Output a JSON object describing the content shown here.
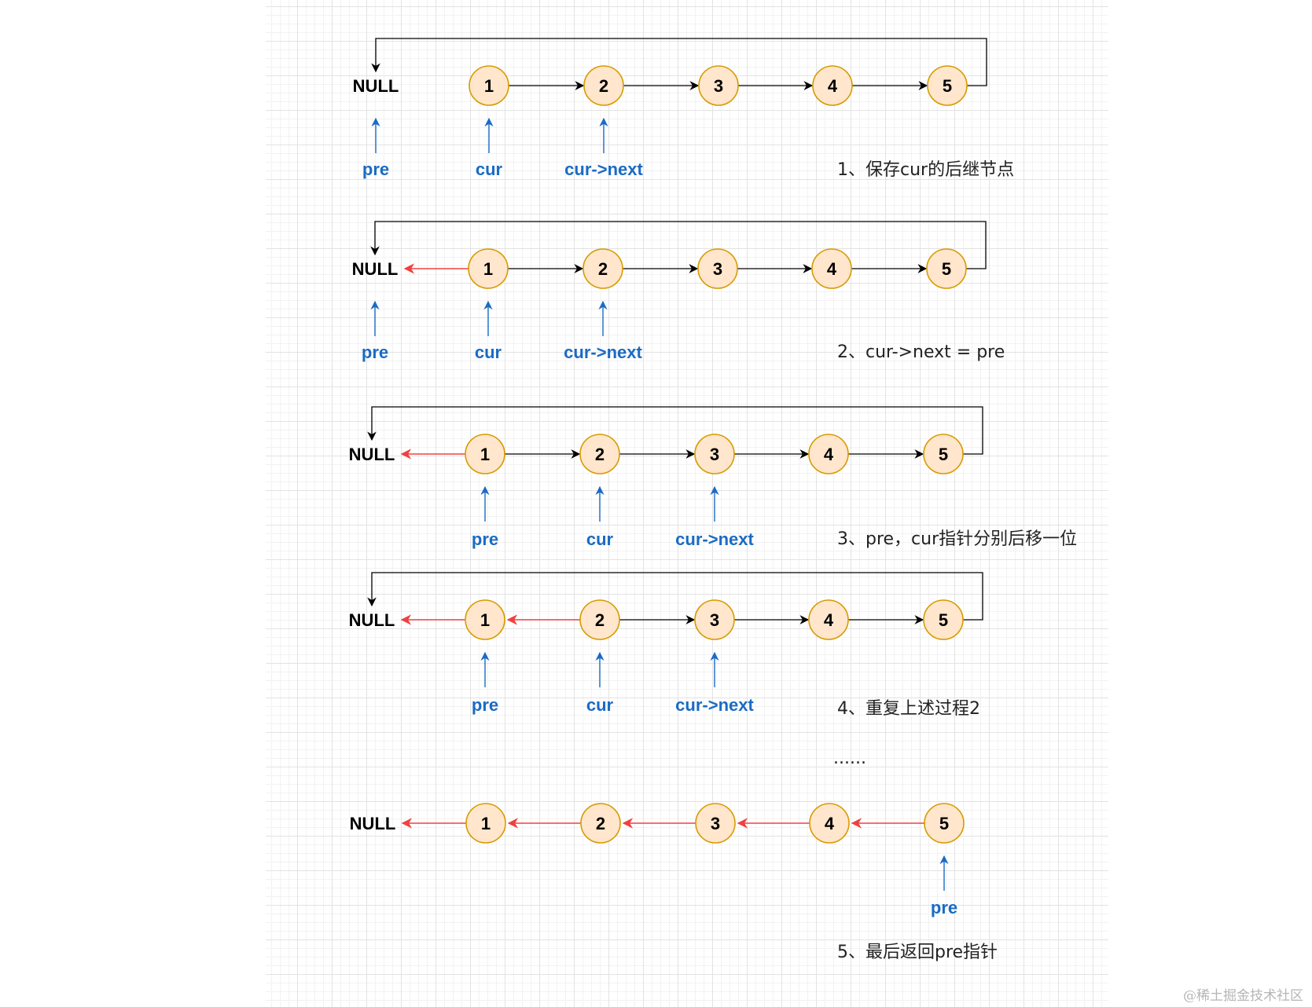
{
  "null_label": "NULL",
  "colors": {
    "node_fill": "#ffe6cc",
    "node_stroke": "#d79b00",
    "forward_link": "#000000",
    "reversed_link": "#f04040",
    "pointer": "#1a6bc4",
    "grid": "#e3e3e3"
  },
  "rows": [
    {
      "nodes": [
        "1",
        "2",
        "3",
        "4",
        "5"
      ],
      "reversed_links": 0,
      "loop_back_to_null": true,
      "pointers": [
        {
          "label": "pre",
          "target": "NULL"
        },
        {
          "label": "cur",
          "target": "1"
        },
        {
          "label": "cur->next",
          "target": "2"
        }
      ],
      "caption": "1、保存cur的后继节点"
    },
    {
      "nodes": [
        "1",
        "2",
        "3",
        "4",
        "5"
      ],
      "reversed_links": 1,
      "loop_back_to_null": true,
      "pointers": [
        {
          "label": "pre",
          "target": "NULL"
        },
        {
          "label": "cur",
          "target": "1"
        },
        {
          "label": "cur->next",
          "target": "2"
        }
      ],
      "caption": "2、cur->next = pre"
    },
    {
      "nodes": [
        "1",
        "2",
        "3",
        "4",
        "5"
      ],
      "reversed_links": 1,
      "loop_back_to_null": true,
      "pointers": [
        {
          "label": "pre",
          "target": "1"
        },
        {
          "label": "cur",
          "target": "2"
        },
        {
          "label": "cur->next",
          "target": "3"
        }
      ],
      "caption": "3、pre，cur指针分别后移一位"
    },
    {
      "nodes": [
        "1",
        "2",
        "3",
        "4",
        "5"
      ],
      "reversed_links": 2,
      "loop_back_to_null": true,
      "pointers": [
        {
          "label": "pre",
          "target": "1"
        },
        {
          "label": "cur",
          "target": "2"
        },
        {
          "label": "cur->next",
          "target": "3"
        }
      ],
      "caption": "4、重复上述过程2"
    },
    {
      "nodes": [
        "1",
        "2",
        "3",
        "4",
        "5"
      ],
      "reversed_links": 5,
      "loop_back_to_null": false,
      "pointers": [
        {
          "label": "pre",
          "target": "5"
        }
      ],
      "caption": "5、最后返回pre指针"
    }
  ],
  "ellipsis": "......",
  "watermark": "@稀土掘金技术社区"
}
